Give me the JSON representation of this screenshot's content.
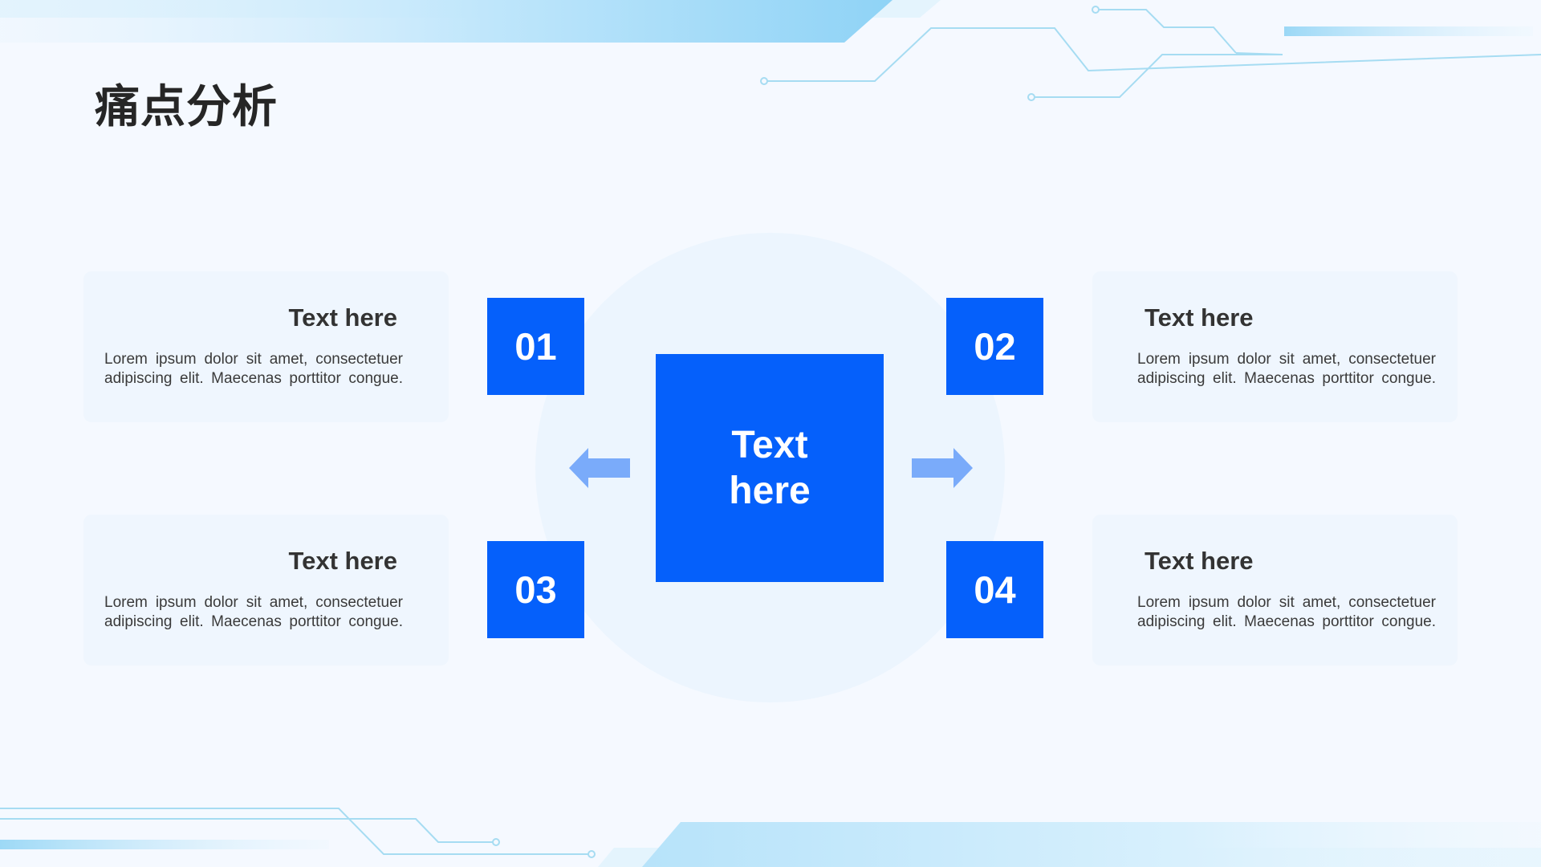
{
  "slide": {
    "title": "痛点分析",
    "center_label": "Text here"
  },
  "cards": [
    {
      "number": "01",
      "heading": "Text here",
      "body": "Lorem ipsum dolor sit amet, consectetuer adipiscing elit. Maecenas porttitor congue."
    },
    {
      "number": "02",
      "heading": "Text here",
      "body": "Lorem ipsum dolor sit amet, consectetuer adipiscing elit. Maecenas porttitor congue."
    },
    {
      "number": "03",
      "heading": "Text here",
      "body": "Lorem ipsum dolor sit amet, consectetuer adipiscing elit. Maecenas porttitor congue."
    },
    {
      "number": "04",
      "heading": "Text here",
      "body": "Lorem ipsum dolor sit amet, consectetuer adipiscing elit. Maecenas porttitor congue."
    }
  ],
  "colors": {
    "accent": "#0560fb",
    "arrow": "#7aabfa",
    "card_bg": "#eff6fe",
    "page_bg": "#f5f9ff",
    "deco_line": "#a6dcf2"
  },
  "icons": {
    "left_arrow": "arrow-left-icon",
    "right_arrow": "arrow-right-icon"
  }
}
